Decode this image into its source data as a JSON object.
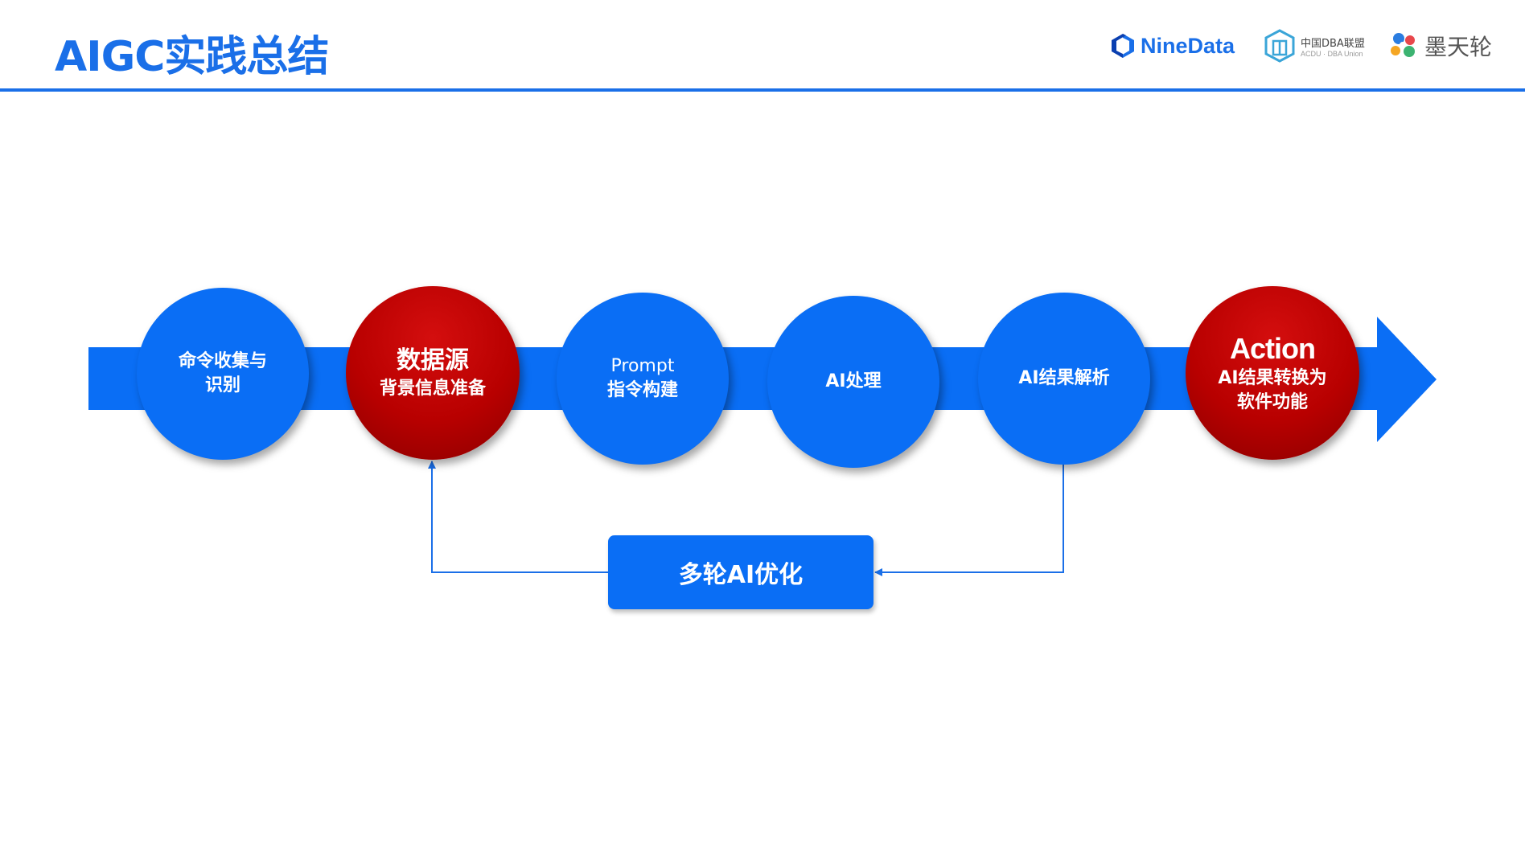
{
  "header": {
    "title": "AIGC实践总结",
    "logos": {
      "ninedata": "NineData",
      "dba_main": "中国DBA联盟",
      "dba_sub": "ACDU · DBA Union",
      "motianlun": "墨天轮"
    }
  },
  "diagram": {
    "steps": [
      {
        "lines": [
          "命令收集与",
          "识别"
        ],
        "color": "blue"
      },
      {
        "lines": [
          "数据源",
          "背景信息准备"
        ],
        "color": "red"
      },
      {
        "lines": [
          "Prompt",
          "指令构建"
        ],
        "color": "blue"
      },
      {
        "lines": [
          "AI处理"
        ],
        "color": "blue"
      },
      {
        "lines": [
          "AI结果解析"
        ],
        "color": "blue"
      },
      {
        "lines": [
          "Action",
          "AI结果转换为",
          "软件功能"
        ],
        "color": "red"
      }
    ],
    "loop_label": "多轮AI优化"
  },
  "colors": {
    "accent": "#1a6fe8",
    "node_blue": "#0a6ef5",
    "node_red": "#b80000",
    "arrow_band": "#0a6ef5",
    "feedback_line": "#1a6fe8"
  }
}
